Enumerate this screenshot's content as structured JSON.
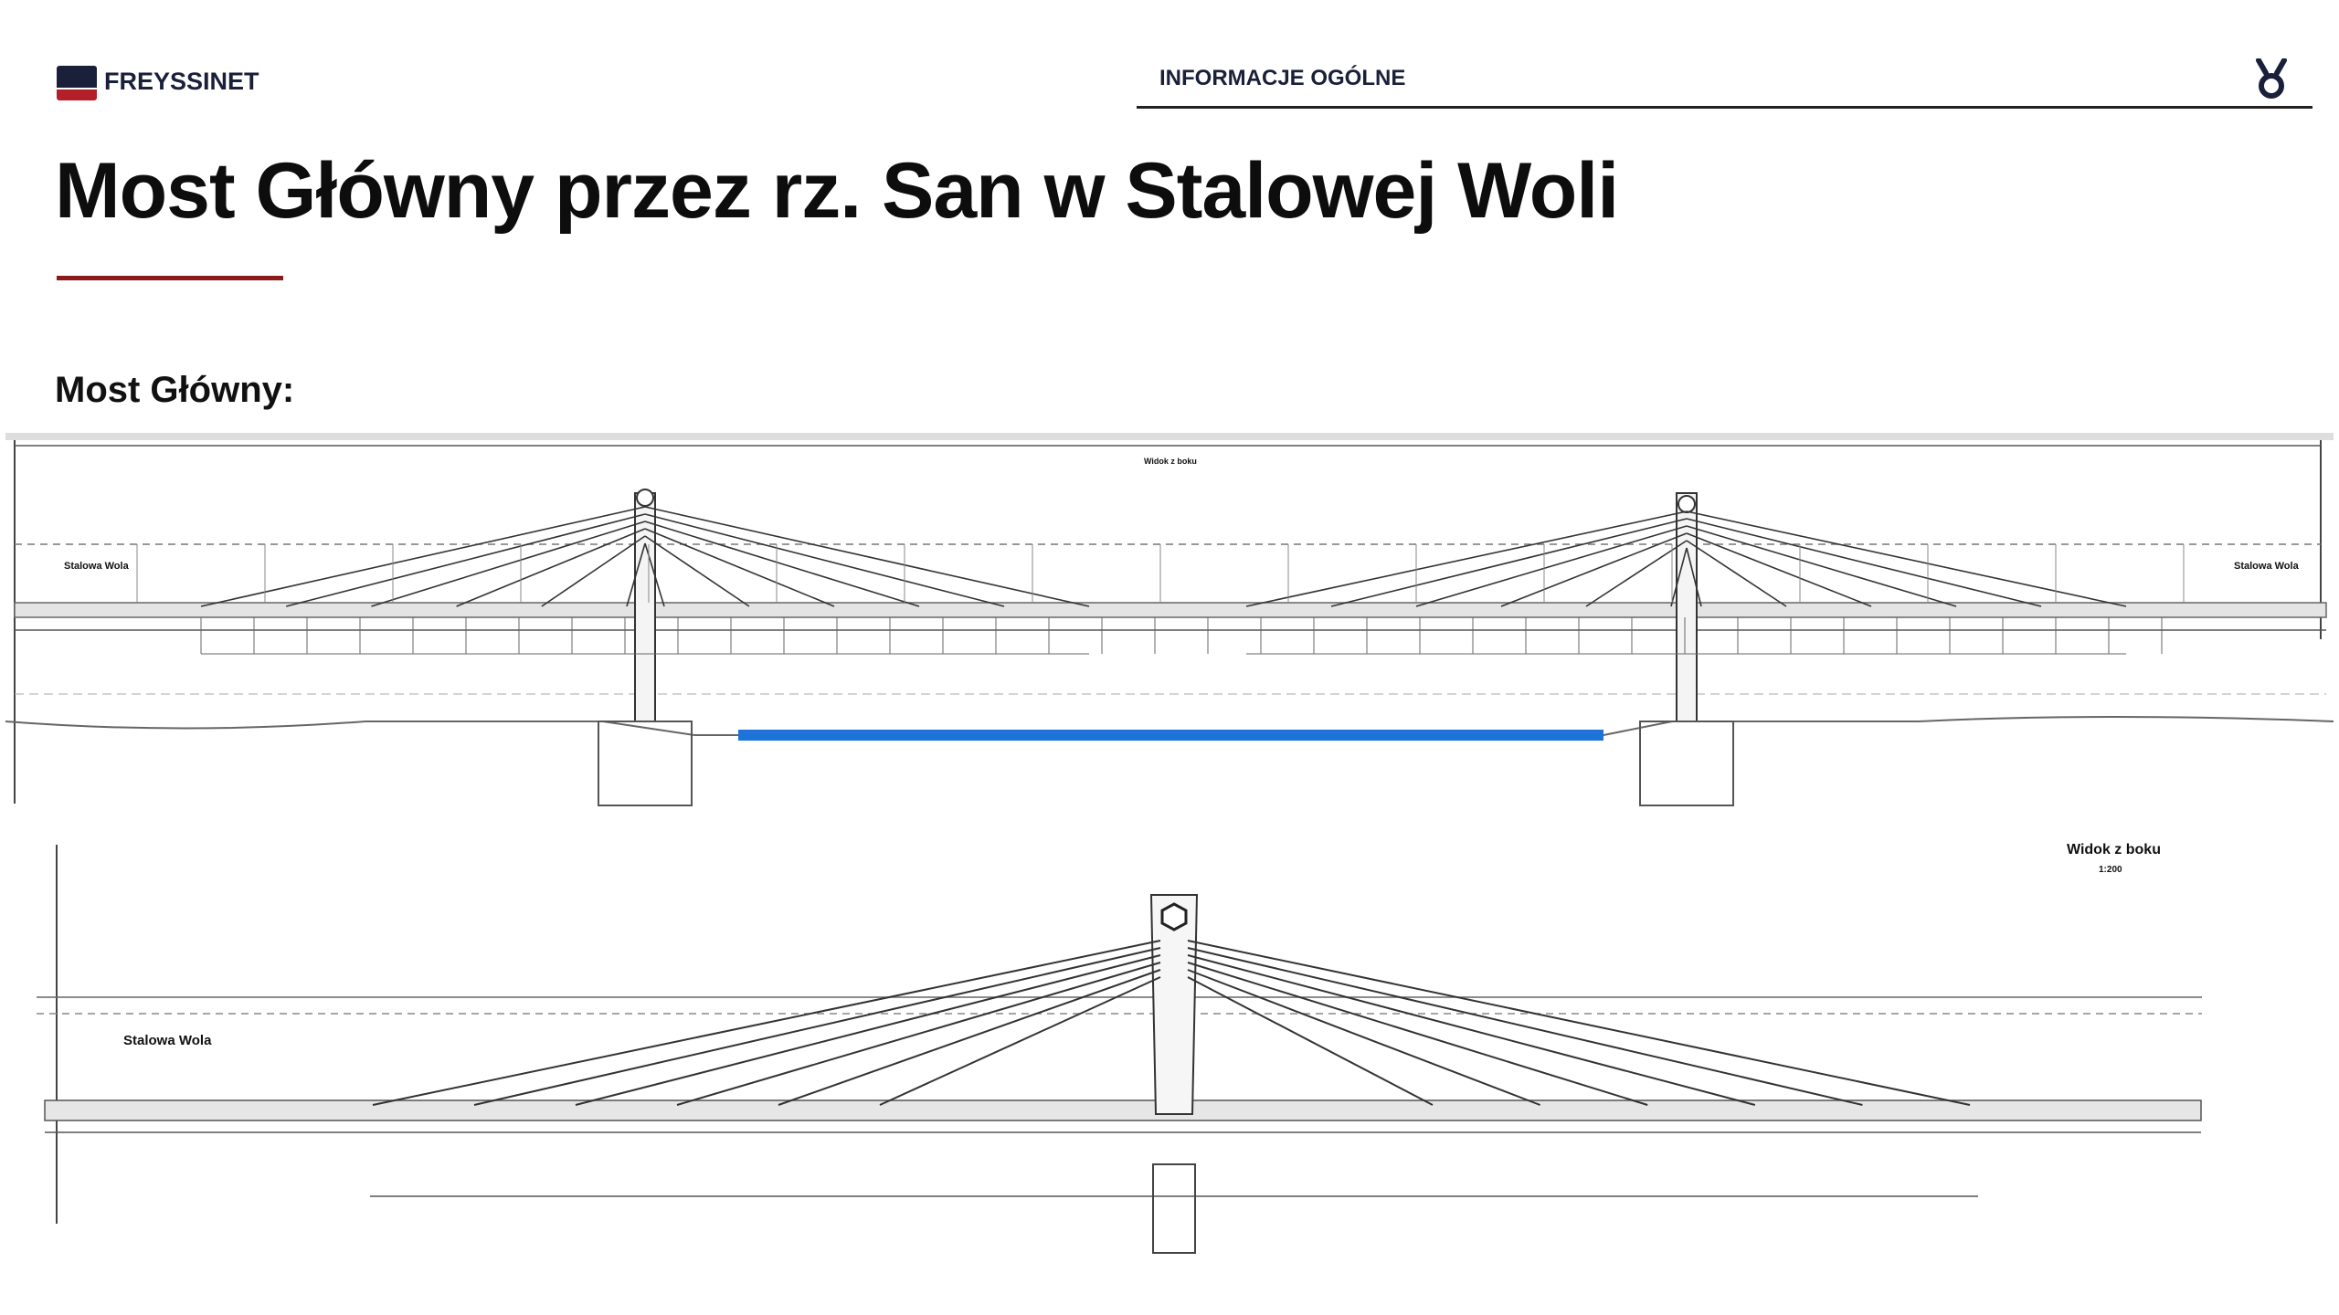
{
  "header": {
    "logo_text": "FREYSSINET",
    "section": "INFORMACJE OGÓLNE",
    "corner_icon": "emblem-icon"
  },
  "title": "Most Główny przez rz. San w Stalowej Woli",
  "subtitle": "Most Główny:",
  "drawing_top": {
    "left_direction_label": "Stalowa Wola",
    "right_direction_label": "Stalowa Wola",
    "view_label": "Widok z boku",
    "water_color": "#1e73d8"
  },
  "drawing_bottom": {
    "direction_label": "Stalowa Wola",
    "view_label": "Widok z boku",
    "scale_label": "1:200"
  },
  "colors": {
    "brand_navy": "#1a1f3a",
    "brand_red": "#b3202a",
    "accent_rule": "#8b1a1a"
  }
}
